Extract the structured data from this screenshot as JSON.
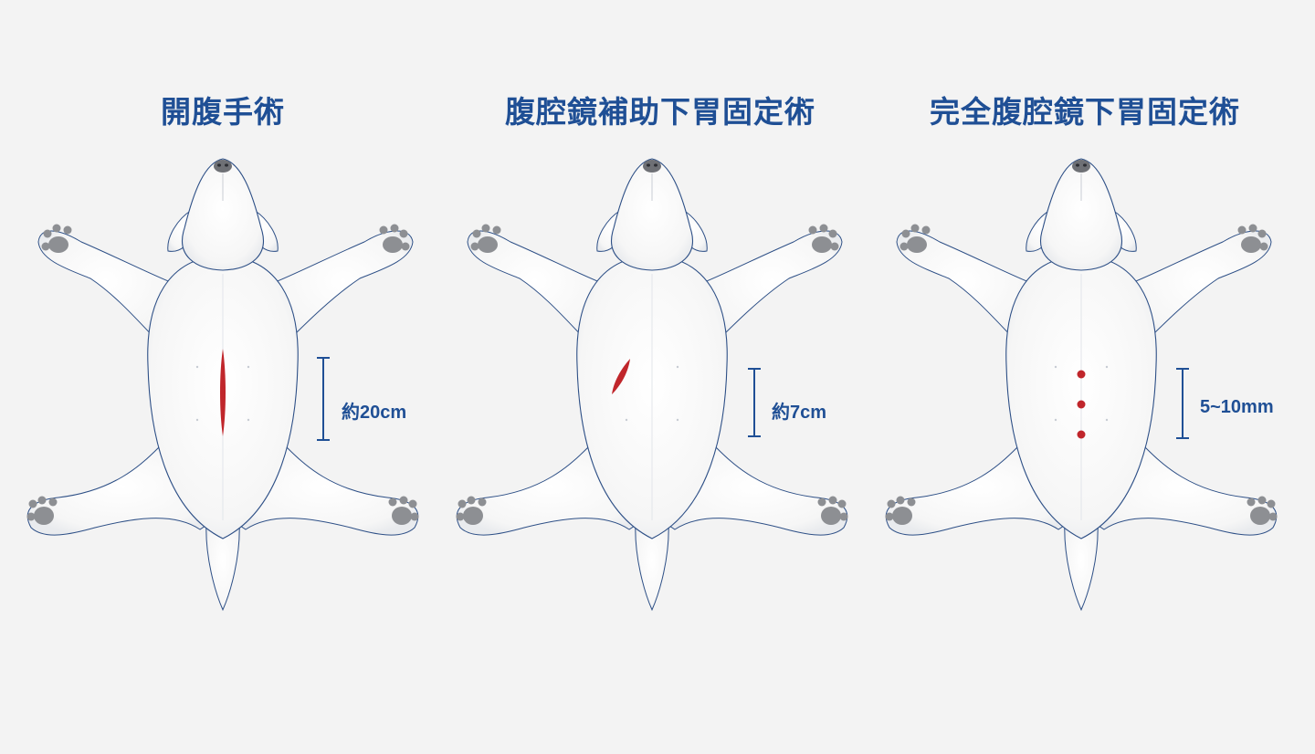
{
  "panels": [
    {
      "title": "開腹手術",
      "measure_label": "約20cm",
      "incision": "long-vertical"
    },
    {
      "title": "腹腔鏡補助下胃固定術",
      "measure_label": "約7cm",
      "incision": "short-diagonal"
    },
    {
      "title": "完全腹腔鏡下胃固定術",
      "measure_label": "5~10mm",
      "incision": "three-ports"
    }
  ],
  "colors": {
    "title": "#1f4f95",
    "outline": "#2d4f86",
    "body": "#ffffff",
    "paw_pad": "#8d8f93",
    "incision": "#c0262b",
    "background": "#f3f3f3"
  }
}
